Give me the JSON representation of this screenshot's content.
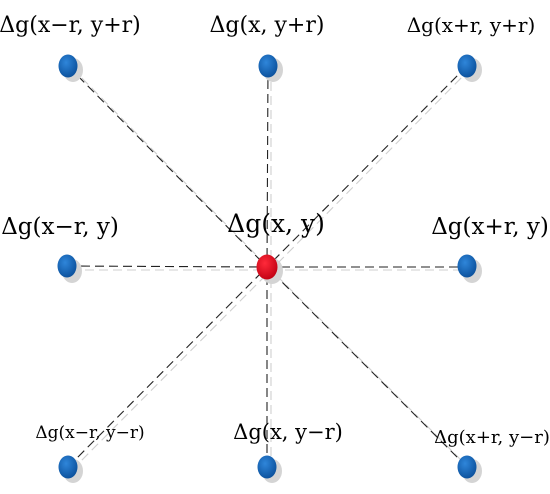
{
  "diagram": {
    "center_color": "#e0001b",
    "node_color": "#0a5fb4",
    "shadow_color": "#d4d4d4",
    "labels": {
      "top_left": "Δg(x−r, y+r)",
      "top_center": "Δg(x, y+r)",
      "top_right": "Δg(x+r, y+r)",
      "middle_left": "Δg(x−r, y)",
      "center": "Δg(x, y)",
      "middle_right": "Δg(x+r, y)",
      "bottom_left": "Δg(x−r, y−r)",
      "bottom_center": "Δg(x, y−r)",
      "bottom_right": "Δg(x+r, y−r)"
    }
  }
}
